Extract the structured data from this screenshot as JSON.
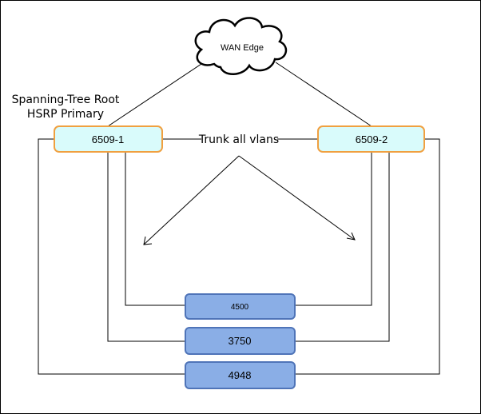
{
  "diagram": {
    "cloud": {
      "label": "WAN Edge"
    },
    "core_annotation": {
      "line1": "Spanning-Tree Root",
      "line2": "HSRP Primary"
    },
    "trunk_label": "Trunk all vlans",
    "core_switches": [
      {
        "id": "6509-1",
        "label": "6509-1"
      },
      {
        "id": "6509-2",
        "label": "6509-2"
      }
    ],
    "access_switches": [
      {
        "id": "4500",
        "label": "4500"
      },
      {
        "id": "3750",
        "label": "3750"
      },
      {
        "id": "4948",
        "label": "4948"
      }
    ],
    "colors": {
      "core_fill": "#d9fbfb",
      "core_stroke": "#f0a040",
      "access_fill": "#8aaee6",
      "access_stroke": "#4f74b8",
      "line": "#000000"
    }
  }
}
